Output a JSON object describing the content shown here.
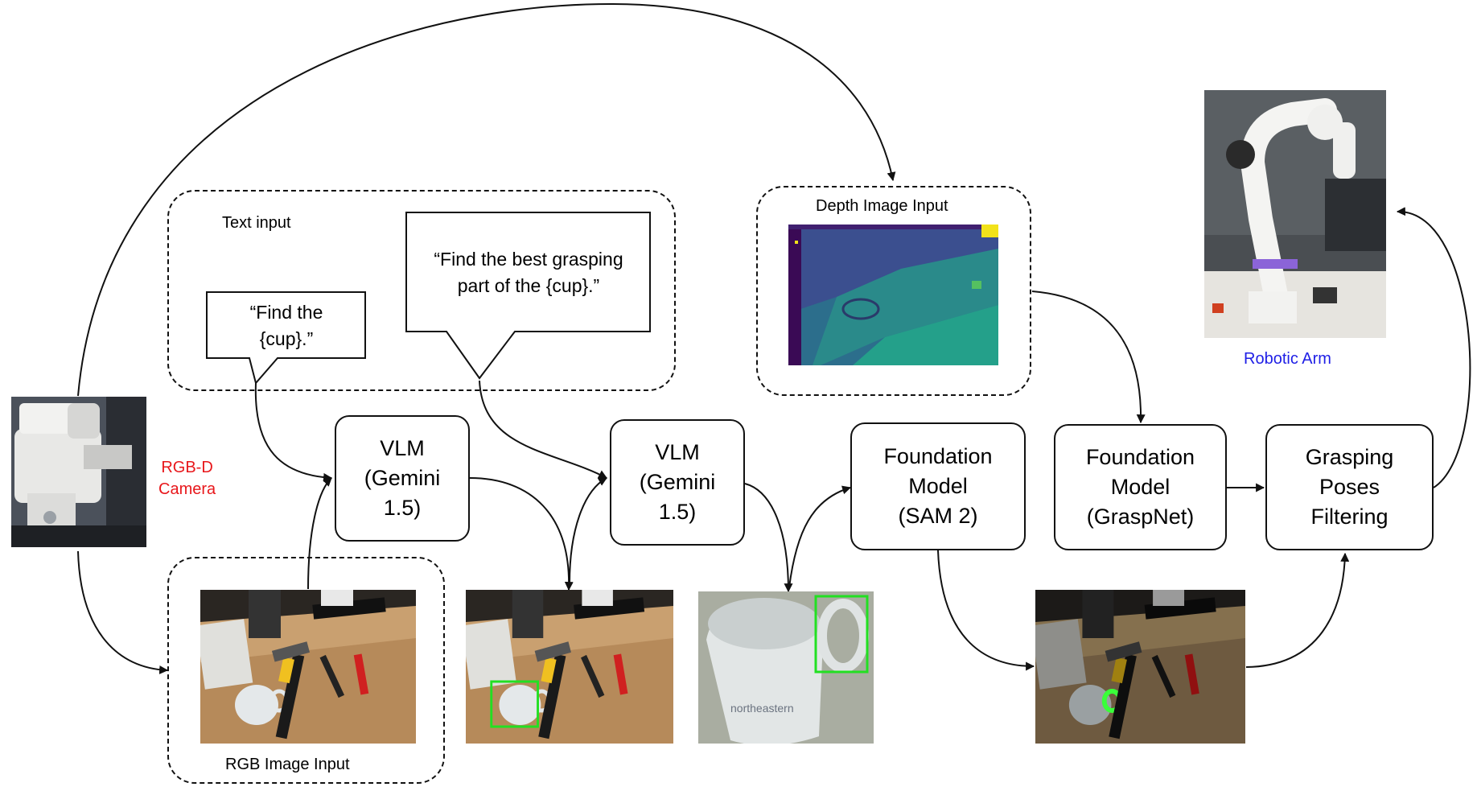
{
  "camera": {
    "label_line1": "RGB-D",
    "label_line2": "Camera"
  },
  "robot": {
    "label": "Robotic Arm"
  },
  "text_input_group": {
    "title": "Text input"
  },
  "rgb_input_group": {
    "title": "RGB Image Input"
  },
  "depth_input_group": {
    "title": "Depth Image Input"
  },
  "prompts": {
    "find_cup": [
      "“Find the",
      "{cup}.”"
    ],
    "find_grasp_part": [
      "“Find the best grasping",
      "part of the {cup}.”"
    ]
  },
  "nodes": {
    "vlm_1": [
      "VLM",
      "(Gemini",
      "1.5)"
    ],
    "vlm_2": [
      "VLM",
      "(Gemini",
      "1.5)"
    ],
    "sam2": [
      "Foundation",
      "Model",
      "(SAM 2)"
    ],
    "graspnet": [
      "Foundation",
      "Model",
      "(GraspNet)"
    ],
    "filtering": [
      "Grasping",
      "Poses",
      "Filtering"
    ]
  },
  "colors": {
    "camera_label": "#e8171b",
    "robot_label": "#1f1fe6",
    "bbox_green": "#22e022",
    "grasp_highlight": "#39ff39"
  }
}
